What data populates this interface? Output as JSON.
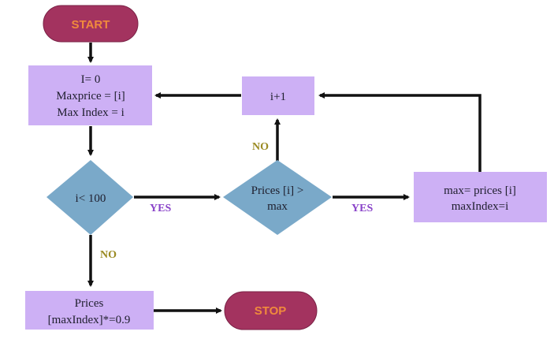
{
  "diagram": {
    "colors": {
      "terminal_fill": "#a3335f",
      "terminal_text": "#f08a3c",
      "process_fill": "#cdb0f5",
      "decision_fill": "#7aa9c9",
      "edge": "#111111",
      "yes_label": "#8a44c9",
      "no_label": "#9a8a22"
    },
    "nodes": {
      "start": {
        "type": "terminal",
        "label": "START"
      },
      "init": {
        "type": "process",
        "lines": [
          "I= 0",
          "Maxprice = [i]",
          "Max Index = i"
        ]
      },
      "loop_check": {
        "type": "decision",
        "lines": [
          "i< 100"
        ]
      },
      "compare": {
        "type": "decision",
        "lines": [
          "Prices [i] >",
          "max"
        ]
      },
      "update_max": {
        "type": "process",
        "lines": [
          "max= prices [i]",
          "maxIndex=i"
        ]
      },
      "increment": {
        "type": "process",
        "lines": [
          "i+1"
        ]
      },
      "discount": {
        "type": "process",
        "lines": [
          "Prices",
          "[maxIndex]*=0.9"
        ]
      },
      "stop": {
        "type": "terminal",
        "label": "STOP"
      }
    },
    "edges": [
      {
        "from": "start",
        "to": "init",
        "label": ""
      },
      {
        "from": "init",
        "to": "loop_check",
        "label": ""
      },
      {
        "from": "loop_check",
        "to": "compare",
        "label": "YES"
      },
      {
        "from": "loop_check",
        "to": "discount",
        "label": "NO"
      },
      {
        "from": "compare",
        "to": "update_max",
        "label": "YES"
      },
      {
        "from": "compare",
        "to": "increment",
        "label": "NO"
      },
      {
        "from": "update_max",
        "to": "increment",
        "label": ""
      },
      {
        "from": "increment",
        "to": "init",
        "label": ""
      },
      {
        "from": "discount",
        "to": "stop",
        "label": ""
      }
    ]
  }
}
